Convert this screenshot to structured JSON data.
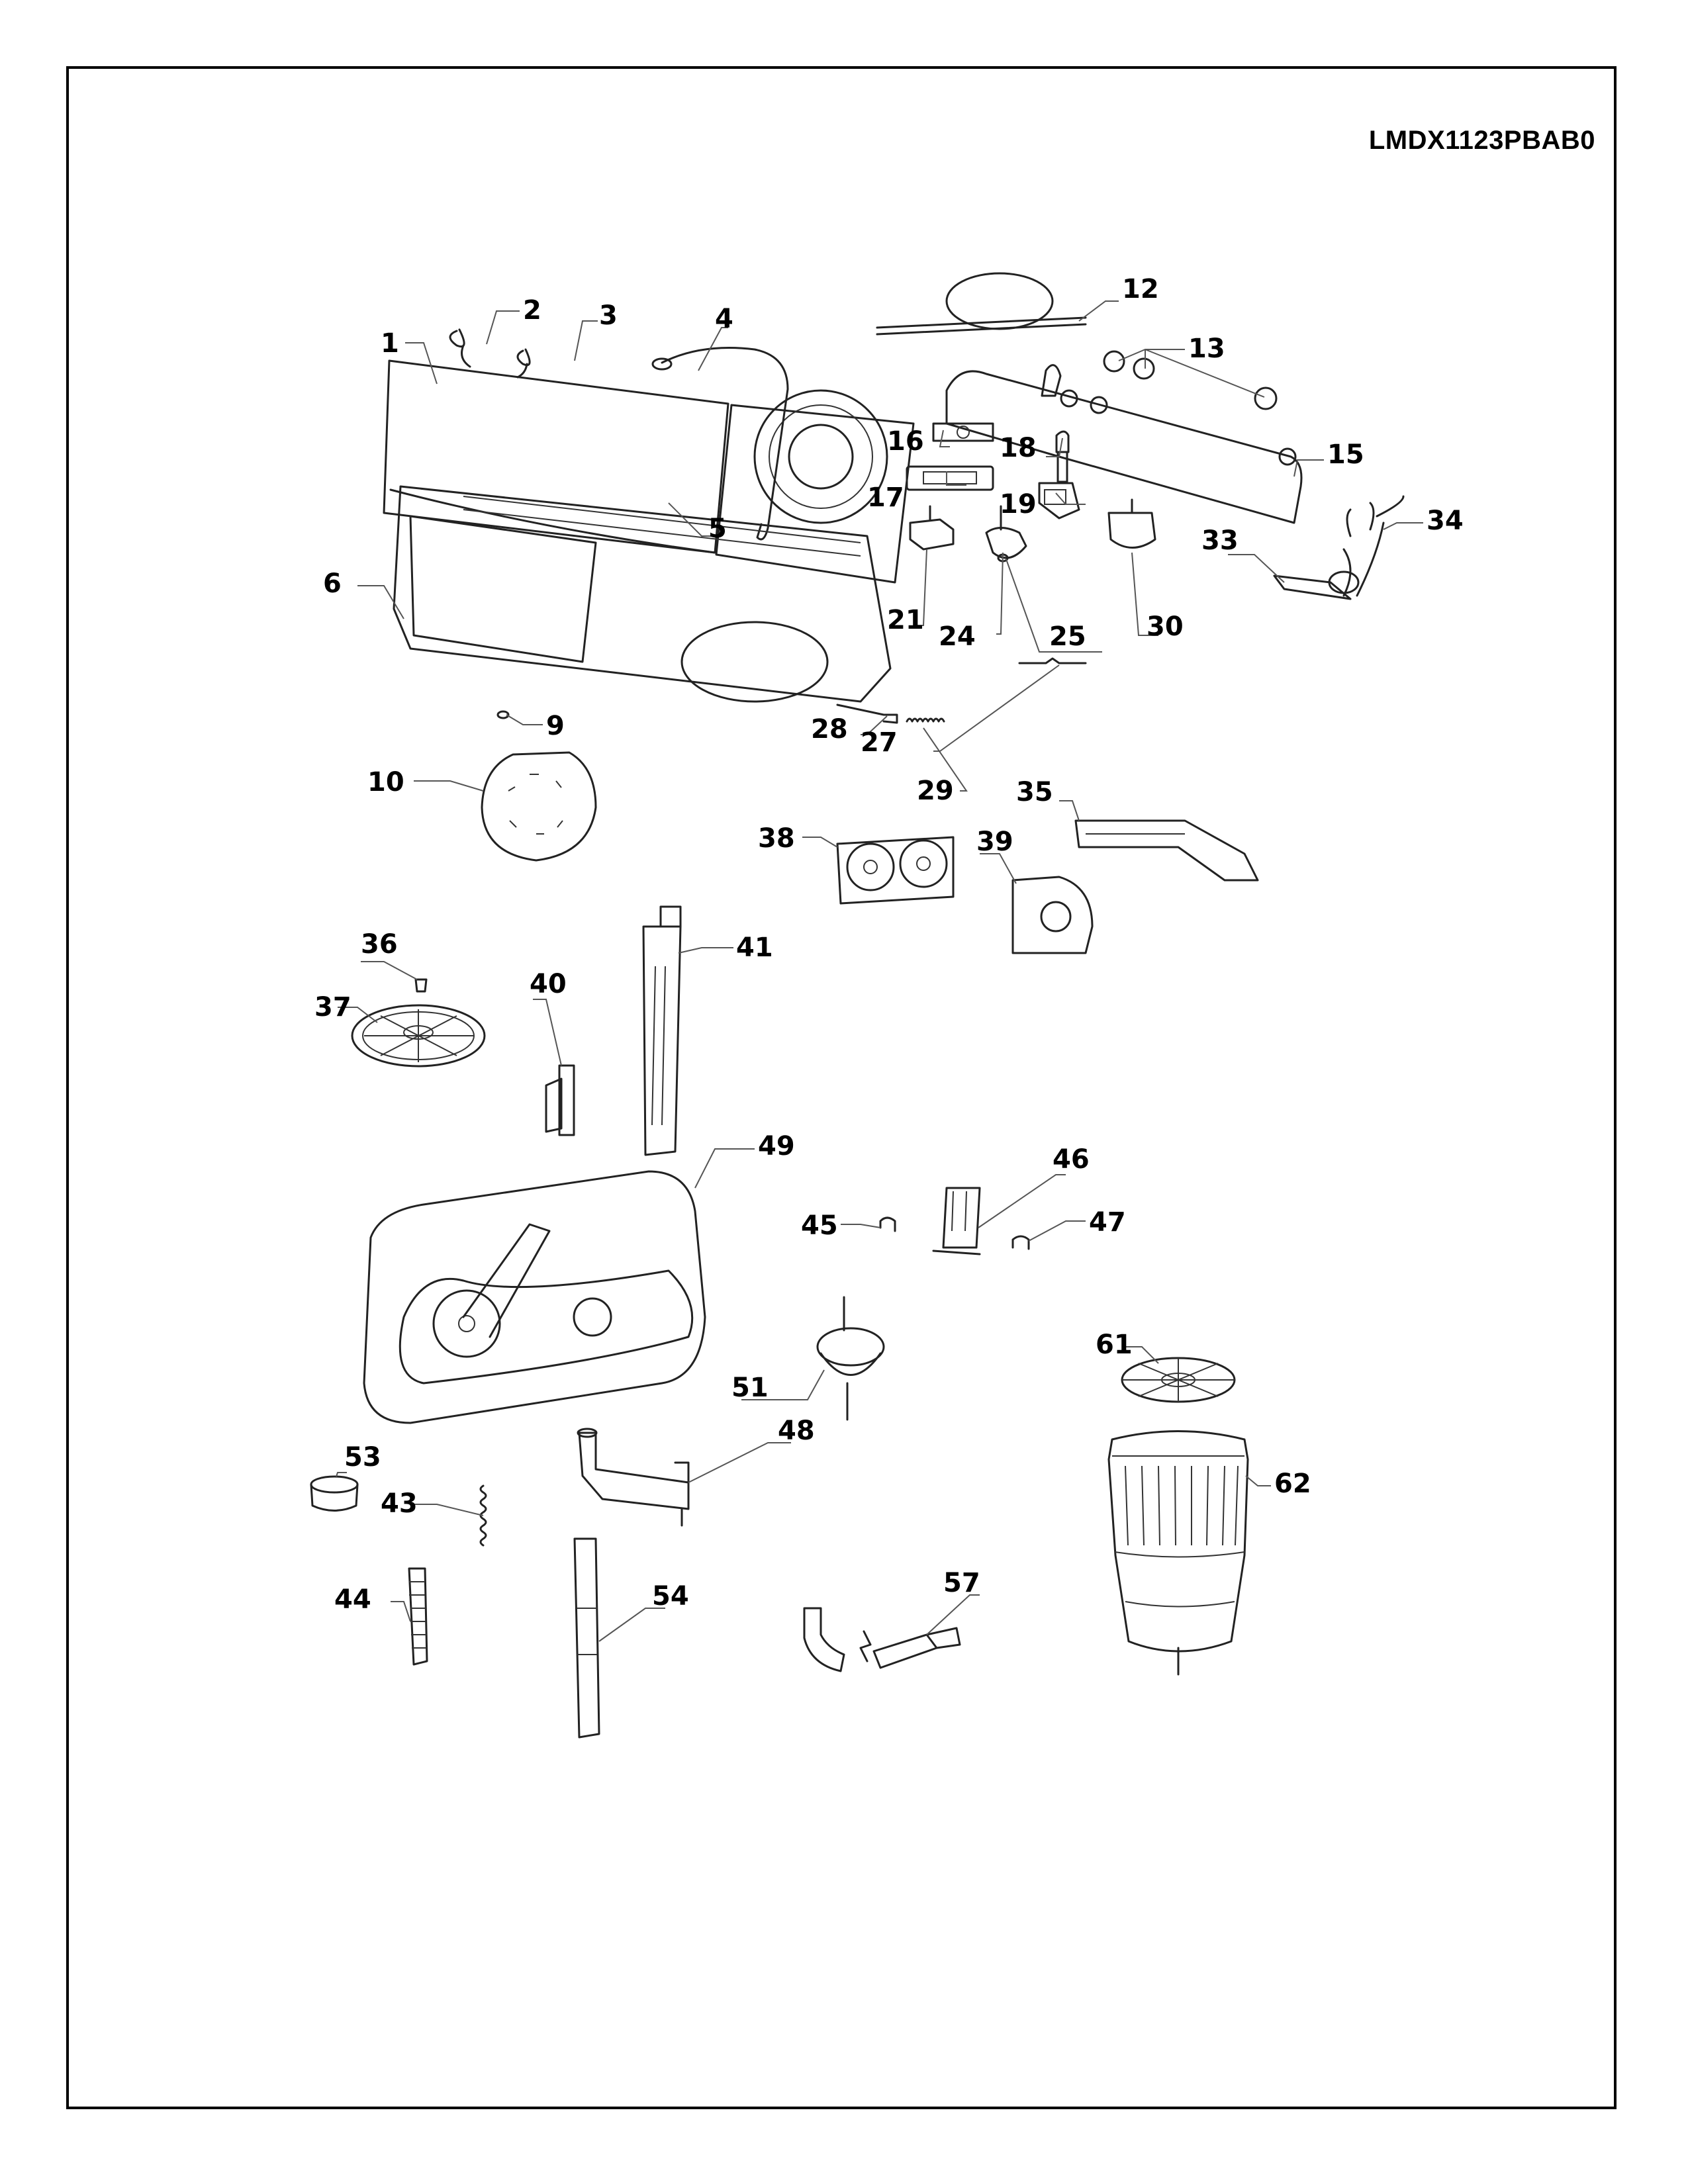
{
  "document": {
    "model_number": "LMDX1123PBAB0",
    "type": "exploded-parts-diagram"
  },
  "parts": [
    {
      "id": "1",
      "icon": "lid-panel-icon"
    },
    {
      "id": "2",
      "icon": "hinge-spring-icon"
    },
    {
      "id": "3",
      "icon": "hinge-spring-icon"
    },
    {
      "id": "4",
      "icon": "wire-rod-icon"
    },
    {
      "id": "5",
      "icon": "lid-ring-icon"
    },
    {
      "id": "6",
      "icon": "top-frame-icon"
    },
    {
      "id": "9",
      "icon": "button-cap-icon"
    },
    {
      "id": "10",
      "icon": "spin-cover-icon"
    },
    {
      "id": "12",
      "icon": "spiral-wrap-icon"
    },
    {
      "id": "13",
      "icon": "knob-ring-icon"
    },
    {
      "id": "15",
      "icon": "control-panel-icon"
    },
    {
      "id": "16",
      "icon": "label-plate-icon"
    },
    {
      "id": "17",
      "icon": "switch-icon"
    },
    {
      "id": "18",
      "icon": "indicator-light-icon"
    },
    {
      "id": "19",
      "icon": "buzzer-icon"
    },
    {
      "id": "21",
      "icon": "selector-switch-icon"
    },
    {
      "id": "24",
      "icon": "water-valve-icon"
    },
    {
      "id": "25",
      "icon": "washer-icon"
    },
    {
      "id": "27",
      "icon": "clip-icon"
    },
    {
      "id": "28",
      "icon": "lever-icon"
    },
    {
      "id": "29",
      "icon": "spring-icon"
    },
    {
      "id": "30",
      "icon": "timer-icon"
    },
    {
      "id": "33",
      "icon": "drain-tab-icon"
    },
    {
      "id": "34",
      "icon": "wire-harness-icon"
    },
    {
      "id": "35",
      "icon": "water-channel-icon"
    },
    {
      "id": "36",
      "icon": "screw-cap-icon"
    },
    {
      "id": "37",
      "icon": "pulsator-icon"
    },
    {
      "id": "38",
      "icon": "wash-motor-bracket-icon"
    },
    {
      "id": "39",
      "icon": "spin-motor-bracket-icon"
    },
    {
      "id": "40",
      "icon": "lint-filter-icon"
    },
    {
      "id": "41",
      "icon": "filter-channel-icon"
    },
    {
      "id": "43",
      "icon": "spring-icon"
    },
    {
      "id": "44",
      "icon": "drain-hose-icon"
    },
    {
      "id": "45",
      "icon": "clip-icon"
    },
    {
      "id": "46",
      "icon": "bracket-icon"
    },
    {
      "id": "47",
      "icon": "clip-icon"
    },
    {
      "id": "48",
      "icon": "drain-pipe-icon"
    },
    {
      "id": "49",
      "icon": "tub-icon"
    },
    {
      "id": "51",
      "icon": "motor-icon"
    },
    {
      "id": "53",
      "icon": "foot-icon"
    },
    {
      "id": "54",
      "icon": "support-rod-icon"
    },
    {
      "id": "57",
      "icon": "outlet-hose-icon"
    },
    {
      "id": "61",
      "icon": "basket-cover-icon"
    },
    {
      "id": "62",
      "icon": "spin-basket-icon"
    }
  ]
}
